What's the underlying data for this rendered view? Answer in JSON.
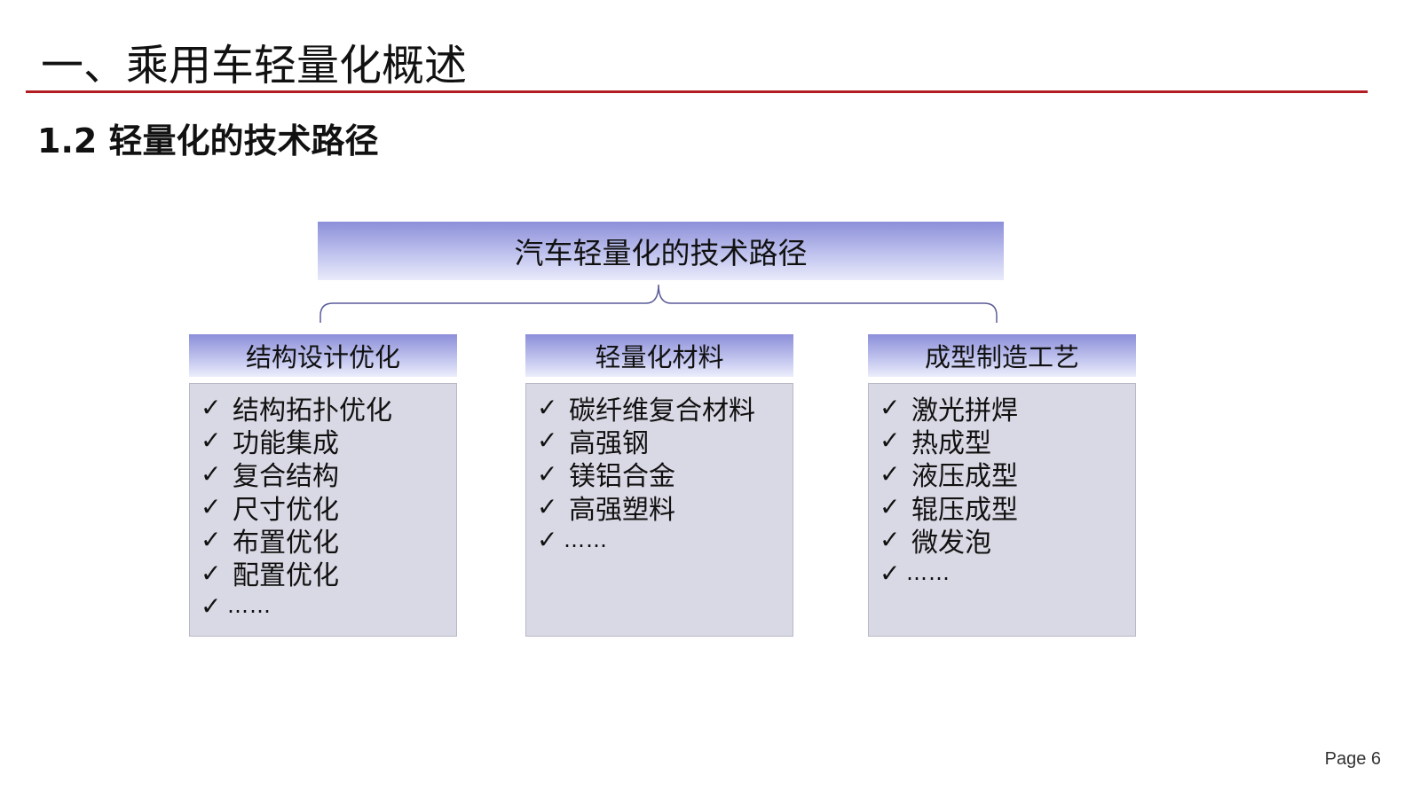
{
  "slide": {
    "title": "一、乘用车轻量化概述",
    "subtitle": "1.2  轻量化的技术路径",
    "page_label": "Page 6"
  },
  "diagram": {
    "root": "汽车轻量化的技术路径",
    "categories": [
      {
        "title": "结构设计优化",
        "items": [
          "结构拓扑优化",
          "功能集成",
          "复合结构",
          "尺寸优化",
          "布置优化",
          "配置优化",
          "……"
        ]
      },
      {
        "title": "轻量化材料",
        "items": [
          "碳纤维复合材料",
          "高强钢",
          "镁铝合金",
          "高强塑料",
          "……"
        ]
      },
      {
        "title": "成型制造工艺",
        "items": [
          "激光拼焊",
          "热成型",
          "液压成型",
          "辊压成型",
          "微发泡",
          "……"
        ]
      }
    ]
  },
  "icons": {
    "bullet": "checkmark-icon"
  },
  "colors": {
    "title_rule": "#b11d22",
    "header_gradient_top": "#8c8fd9",
    "body_fill": "#d9d9e5"
  }
}
